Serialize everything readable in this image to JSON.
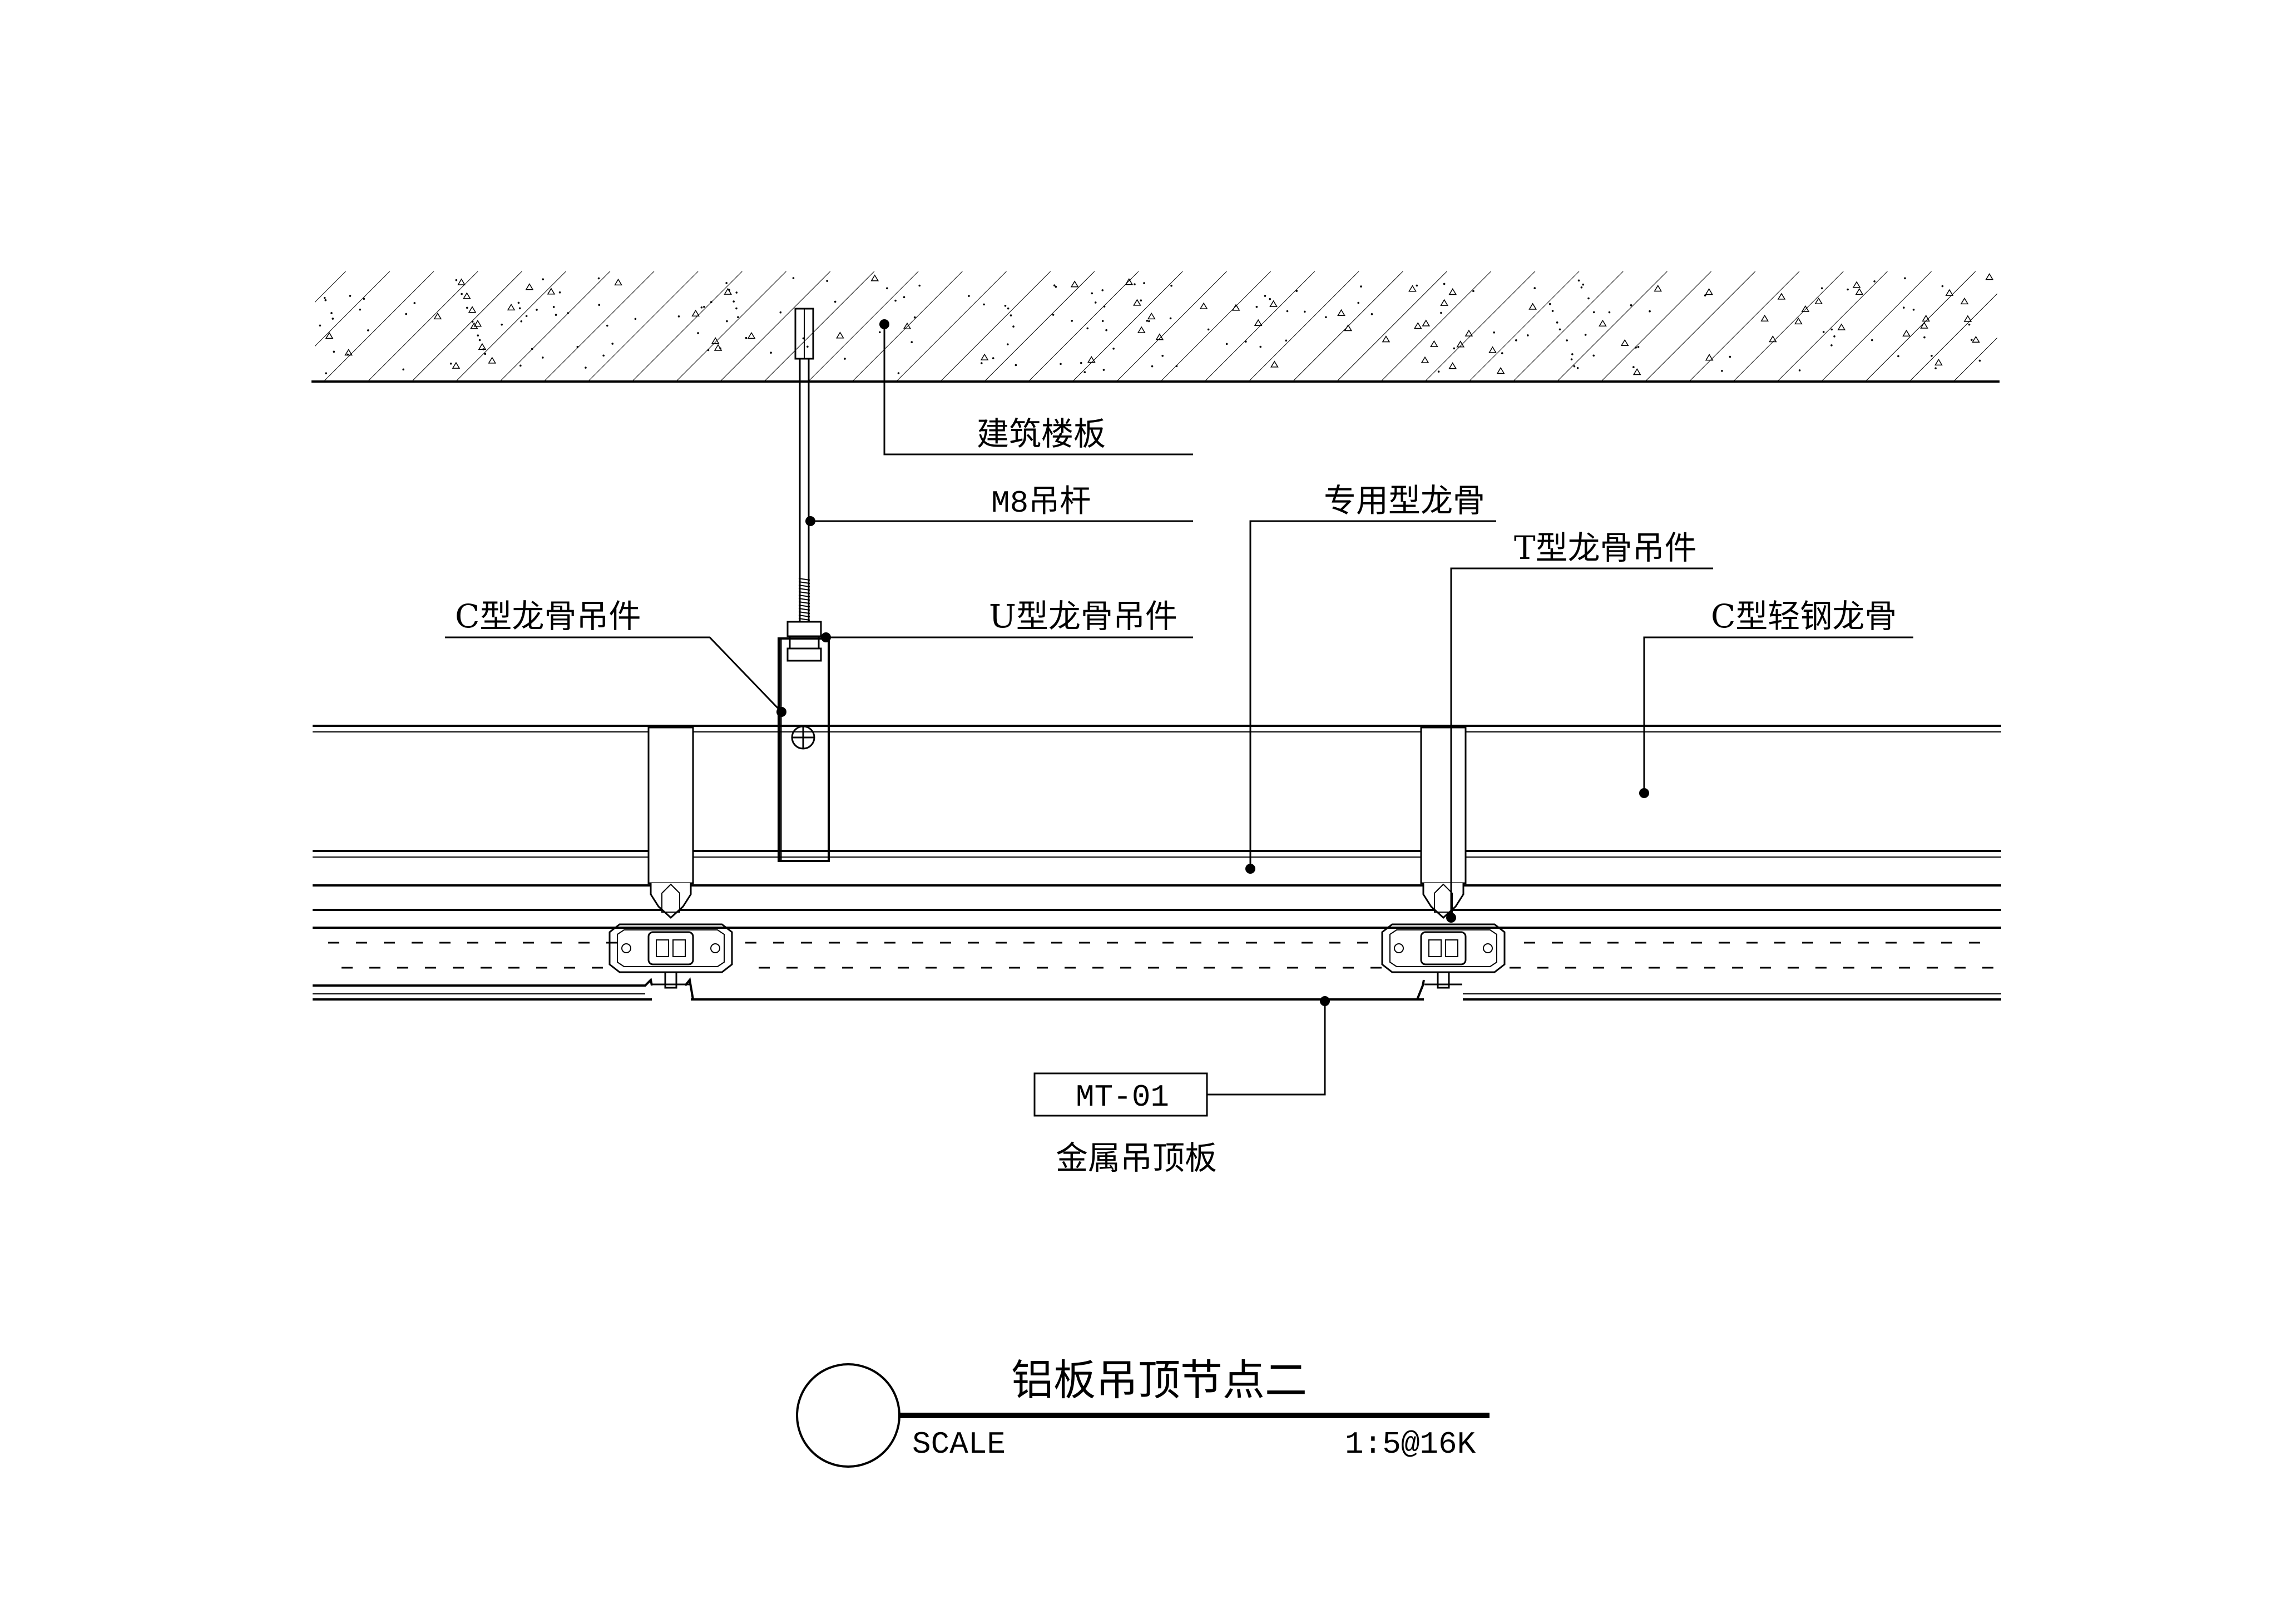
{
  "labels": {
    "slab": "建筑楼板",
    "rod": "M8吊杆",
    "special_keel": "专用型龙骨",
    "t_hanger": "T型龙骨吊件",
    "c_hanger": "C型龙骨吊件",
    "u_hanger": "U型龙骨吊件",
    "c_keel": "C型轻钢龙骨",
    "panel_code": "MT-01",
    "panel_name": "金属吊顶板"
  },
  "title_block": {
    "title": "铝板吊顶节点二",
    "scale_label": "SCALE",
    "scale_value": "1:5@16K"
  },
  "colors": {
    "line": "#000000",
    "background": "#ffffff"
  }
}
